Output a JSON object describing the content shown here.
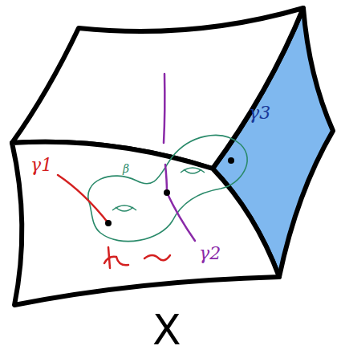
{
  "diagram": {
    "labels": [
      "γ1",
      "β",
      "γ2",
      "γ3",
      "X"
    ]
  }
}
